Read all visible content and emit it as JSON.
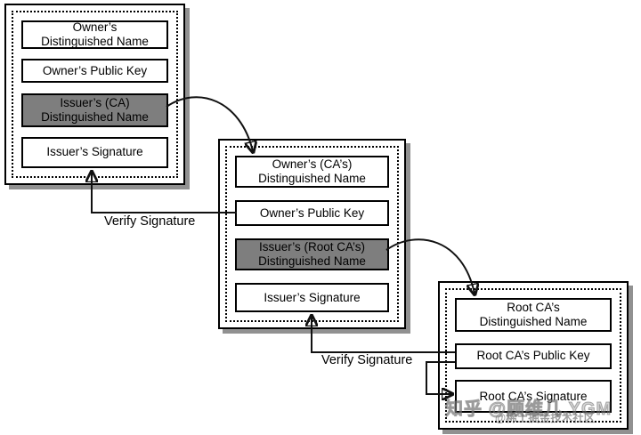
{
  "certs": [
    {
      "name": "owner-certificate",
      "fields": [
        {
          "label": "Owner’s\nDistinguished Name",
          "highlighted": false
        },
        {
          "label": "Owner’s Public Key",
          "highlighted": false
        },
        {
          "label": "Issuer’s (CA)\nDistinguished Name",
          "highlighted": true
        },
        {
          "label": "Issuer’s Signature",
          "highlighted": false
        }
      ]
    },
    {
      "name": "ca-certificate",
      "fields": [
        {
          "label": "Owner’s (CA’s)\nDistinguished Name",
          "highlighted": false
        },
        {
          "label": "Owner’s Public Key",
          "highlighted": false
        },
        {
          "label": "Issuer’s (Root CA’s)\nDistinguished Name",
          "highlighted": true
        },
        {
          "label": "Issuer’s Signature",
          "highlighted": false
        }
      ]
    },
    {
      "name": "root-ca-certificate",
      "fields": [
        {
          "label": "Root CA’s\nDistinguished Name",
          "highlighted": false
        },
        {
          "label": "Root CA’s Public Key",
          "highlighted": false
        },
        {
          "label": "Root CA’s Signature",
          "highlighted": false
        }
      ]
    }
  ],
  "labels": {
    "verify_signature_left": "Verify Signature",
    "verify_signature_right": "Verify Signature"
  },
  "watermark": {
    "primary": "知乎 @顾维几.YGM",
    "secondary": "@稀土掘金技术社区"
  },
  "colors": {
    "highlight_fill": "#7e7e7e",
    "box_border": "#000000",
    "certificate_shadow": "#919191",
    "background": "#ffffff",
    "watermark": "#8c8c8c"
  }
}
